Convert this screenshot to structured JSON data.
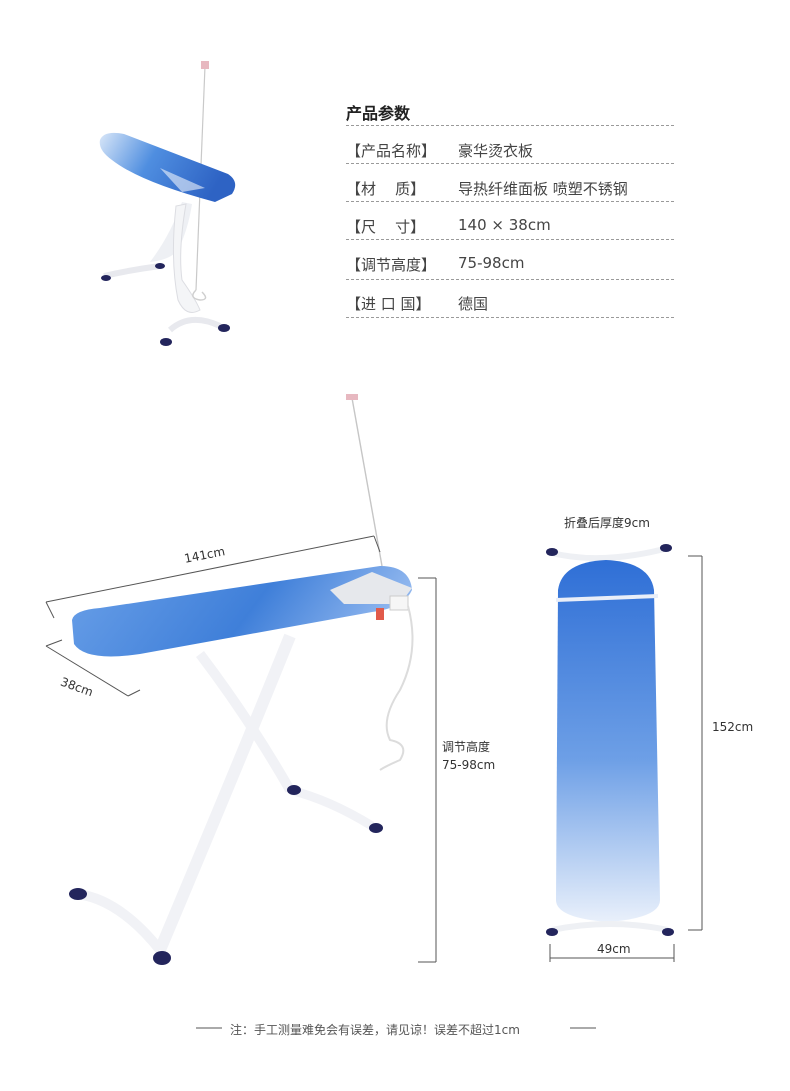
{
  "specs": {
    "title": "产品参数",
    "rows": [
      {
        "label": "【产品名称】",
        "value": "豪华烫衣板"
      },
      {
        "label": "【材    质】",
        "value": "导热纤维面板  喷塑不锈钢"
      },
      {
        "label": "【尺    寸】",
        "value": "140 × 38cm"
      },
      {
        "label": "【调节高度】",
        "value": "75-98cm"
      },
      {
        "label": "【进 口 国】",
        "value": "德国"
      }
    ]
  },
  "dimensions": {
    "length": "141cm",
    "width": "38cm",
    "height_title": "调节高度",
    "height_range": "75-98cm",
    "folded_thickness": "折叠后厚度9cm",
    "folded_length": "152cm",
    "folded_width": "49cm"
  },
  "footer_note": "注：手工测量难免会有误差，请见谅！误差不超过1cm",
  "colors": {
    "board_blue": "#3f7fd9",
    "board_light": "#b9d3f3",
    "frame_white": "#f2f3f6",
    "foot_navy": "#23255c",
    "line": "#555555"
  }
}
